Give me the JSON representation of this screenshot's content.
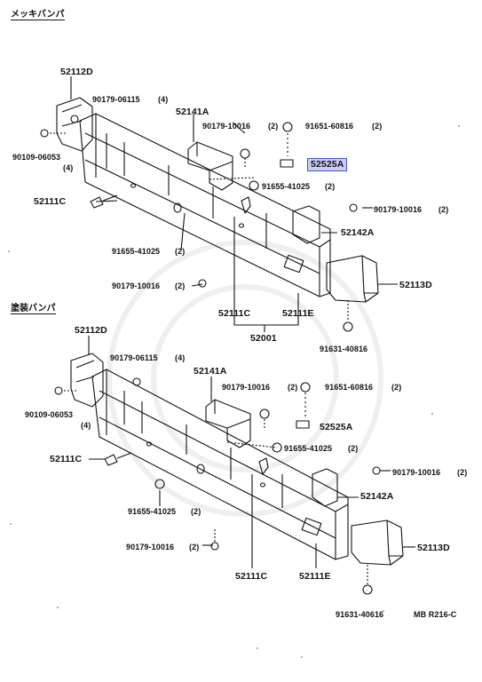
{
  "sections": [
    {
      "title": "メッキバンパ"
    },
    {
      "title": "塗装バンパ"
    }
  ],
  "labels_top": {
    "p52112D": "52112D",
    "p90179_06115": "90179-06115",
    "q90179_06115": "(4)",
    "p52141A": "52141A",
    "p90179_10016a": "90179-10016",
    "q90179_10016a": "(2)",
    "p91651_60816": "91651-60816",
    "q91651_60816": "(2)",
    "p90109_06053": "90109-06053",
    "q90109_06053": "(4)",
    "p52525A": "52525A",
    "p91655_41025a": "91655-41025",
    "q91655_41025a": "(2)",
    "p52111C": "52111C",
    "p90179_10016b": "90179-10016",
    "q90179_10016b": "(2)",
    "p52142A": "52142A",
    "p91655_41025b": "91655-41025",
    "q91655_41025b": "(2)",
    "p90179_10016c": "90179-10016",
    "q90179_10016c": "(2)",
    "p52113D": "52113D",
    "p52111C2": "52111C",
    "p52111E": "52111E",
    "p52001": "52001",
    "p91631_40816": "91631-40816"
  },
  "labels_bottom": {
    "p52112D": "52112D",
    "p90179_06115": "90179-06115",
    "q90179_06115": "(4)",
    "p52141A": "52141A",
    "p90109_06053": "90109-06053",
    "q90109_06053": "(4)",
    "p90179_10016a": "90179-10016",
    "q90179_10016a": "(2)",
    "p91651_60816": "91651-60816",
    "q91651_60816": "(2)",
    "p52525A": "52525A",
    "p91655_41025a": "91655-41025",
    "q91655_41025a": "(2)",
    "p52111C": "52111C",
    "p90179_10016b": "90179-10016",
    "q90179_10016b": "(2)",
    "p52142A": "52142A",
    "p91655_41025b": "91655-41025",
    "q91655_41025b": "(2)",
    "p90179_10016c": "90179-10016",
    "q90179_10016c": "(2)",
    "p52113D": "52113D",
    "p52111C2": "52111C",
    "p52111E": "52111E",
    "p91631_40616": "91631-40616"
  },
  "diagram_code": "MB R216-C",
  "highlight_color": "#c9cdf2",
  "line_color": "#111111"
}
